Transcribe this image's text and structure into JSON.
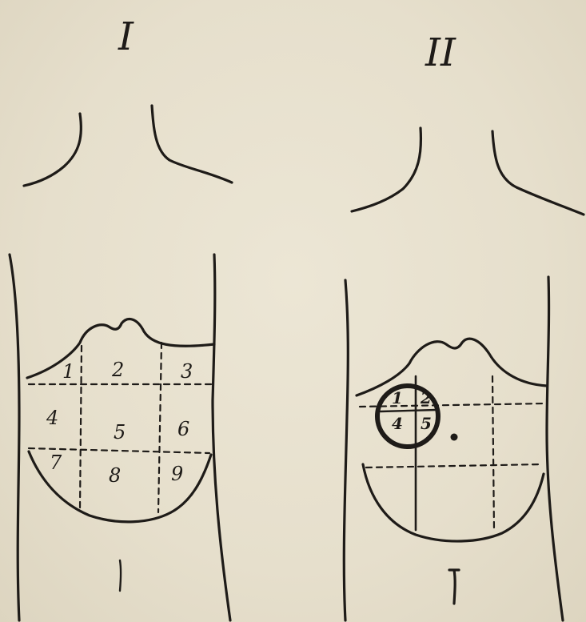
{
  "figure_I": {
    "label": "I",
    "regions": [
      "1",
      "2",
      "3",
      "4",
      "5",
      "6",
      "7",
      "8",
      "9"
    ]
  },
  "figure_II": {
    "label": "II",
    "circled_regions": [
      "1",
      "2",
      "4",
      "5"
    ]
  },
  "colors": {
    "paper": "#e8e2d0",
    "ink": "#1e1b18"
  }
}
